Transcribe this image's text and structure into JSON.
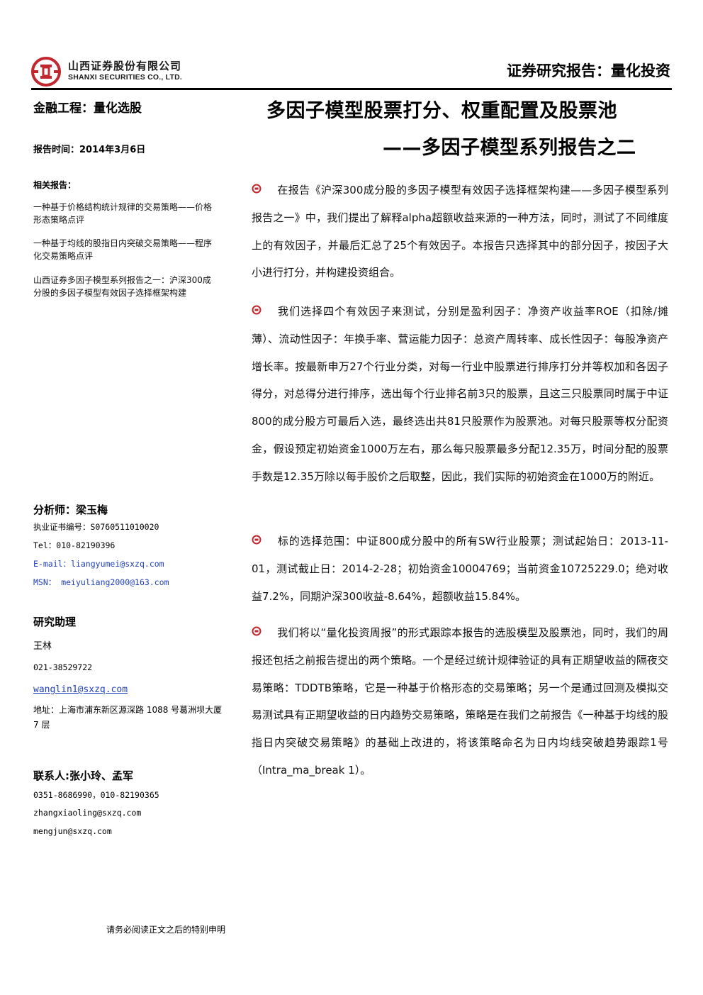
{
  "header": {
    "company_cn": "山西证券股份有限公司",
    "company_en": "SHANXI SECURITIES CO., LTD.",
    "report_type": "证券研究报告：量化投资",
    "brand_color": "#c0282e"
  },
  "left": {
    "category": "金融工程：量化选股",
    "report_date": "报告时间：2014年3月6日",
    "related_title": "相关报告：",
    "related": [
      "一种基于价格结构统计规律的交易策略——价格形态策略点评",
      "一种基于均线的股指日内突破交易策略——程序化交易策略点评",
      "山西证券多因子模型系列报告之一：沪深300成分股的多因子模型有效因子选择框架构建"
    ],
    "analyst": "分析师：梁玉梅",
    "cert": "执业证书编号：S0760511010020",
    "tel": "Tel：010-82190396",
    "email": "E-mail：liangyumei@sxzq.com",
    "msn": "MSN： meiyuliang2000@163.com",
    "assistant_title": "研究助理",
    "assistant_name": "王林",
    "assistant_phone": "021-38529722",
    "assistant_email": "wanglin1@sxzq.com",
    "address": "地址：上海市浦东新区源深路 1088 号葛洲坝大厦 7 层",
    "contact_title": "联系人:张小玲、孟军",
    "contact_phone": "0351-8686990，010-82190365",
    "contact_email1": "zhangxiaoling@sxzq.com",
    "contact_email2": "mengjun@sxzq.com"
  },
  "main": {
    "title": "多因子模型股票打分、权重配置及股票池",
    "subtitle": "——多因子模型系列报告之二",
    "paragraphs": [
      "在报告《沪深300成分股的多因子模型有效因子选择框架构建——多因子模型系列报告之一》中，我们提出了解释alpha超额收益来源的一种方法，同时，测试了不同维度上的有效因子，并最后汇总了25个有效因子。本报告只选择其中的部分因子，按因子大小进行打分，并构建投资组合。",
      "我们选择四个有效因子来测试，分别是盈利因子：净资产收益率ROE（扣除/摊薄）、流动性因子：年换手率、营运能力因子：总资产周转率、成长性因子：每股净资产增长率。按最新申万27个行业分类，对每一行业中股票进行排序打分并等权加和各因子得分，对总得分进行排序，选出每个行业排名前3只的股票，且这三只股票同时属于中证800的成分股方可最后入选，最终选出共81只股票作为股票池。对每只股票等权分配资金，假设预定初始资金1000万左右，那么每只股票最多分配12.35万，时间分配的股票手数是12.35万除以每手股价之后取整，因此，我们实际的初始资金在1000万的附近。",
      "标的选择范围：中证800成分股中的所有SW行业股票；测试起始日：2013-11-01，测试截止日：2014-2-28；初始资金10004769；当前资金10725229.0；绝对收益7.2%，同期沪深300收益-8.64%，超额收益15.84%。",
      "我们将以“量化投资周报”的形式跟踪本报告的选股模型及股票池，同时，我们的周报还包括之前报告提出的两个策略。一个是经过统计规律验证的具有正期望收益的隔夜交易策略：TDDTB策略，它是一种基于价格形态的交易策略；另一个是通过回测及模拟交易测试具有正期望收益的日内趋势交易策略，策略是在我们之前报告《一种基于均线的股指日内突破交易策略》的基础上改进的，将该策略命名为日内均线突破趋势跟踪1号（Intra_ma_break 1）。"
    ]
  },
  "footer": {
    "disclaimer": "请务必阅读正文之后的特别申明"
  }
}
